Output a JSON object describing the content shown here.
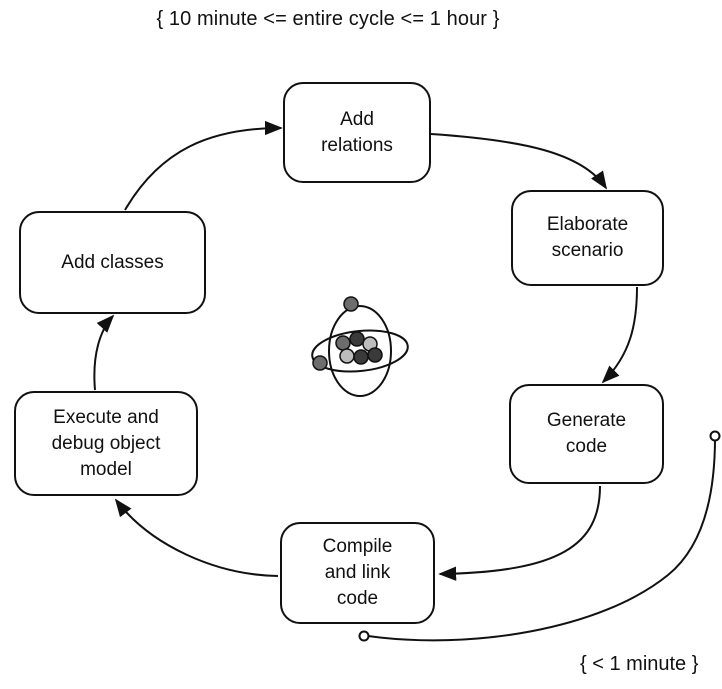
{
  "title": "{ 10 minute <= entire cycle <= 1 hour }",
  "steps": [
    {
      "label": "Add\nrelations"
    },
    {
      "label": "Elaborate\nscenario"
    },
    {
      "label": "Generate\ncode"
    },
    {
      "label": "Compile\nand link\ncode"
    },
    {
      "label": "Execute and\ndebug object\nmodel"
    },
    {
      "label": "Add classes"
    }
  ],
  "inner_cycle_note": "{ < 1 minute }",
  "center_icon": "atom-icon",
  "colors": {
    "stroke": "#111111",
    "nucleus_dark": "#3a3a3a",
    "nucleus_mid": "#6d6d6d",
    "nucleus_light": "#bdbdbd"
  }
}
